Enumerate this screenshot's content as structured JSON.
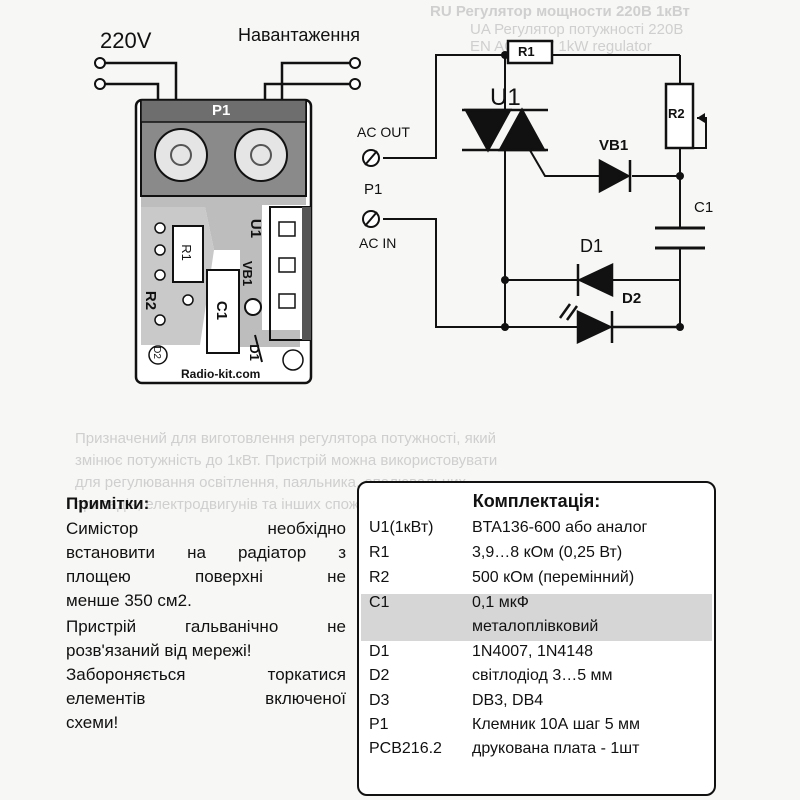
{
  "ghost_lines": [
    "RU Регулятор мощности 220В 1кВт",
    "UA Регулятор потужності 220В",
    "EN AC 220V 1kW regulator"
  ],
  "ghost_paragraph": [
    "Призначений для виготовлення регулятора потужності, який",
    "змінює потужність до 1кВт. Пристрій можна використовувати",
    "для регулювання освітлення, паяльника, опалювальних",
    "приладів, електродвигунів та інших споживачів струму."
  ],
  "wiring": {
    "mains_label": "220V",
    "load_label": "Навантаження"
  },
  "pcb": {
    "p1_label": "P1",
    "r1_label": "R1",
    "r2_label": "R2",
    "u1_label": "U1",
    "vb1_label": "VB1",
    "c1_label": "C1",
    "d1_label": "D1",
    "d2_label": "D2",
    "site": "Radio-kit.com"
  },
  "schematic": {
    "ac_out": "AC OUT",
    "ac_in": "AC IN",
    "p1": "P1",
    "r1": "R1",
    "r2": "R2",
    "u1": "U1",
    "vb1": "VB1",
    "c1": "C1",
    "d1": "D1",
    "d2": "D2"
  },
  "notes": {
    "heading": "Примітки:",
    "paragraphs": [
      [
        "Симістор необхідно",
        "встановити на радіатор з",
        "площею поверхні не",
        "менше 350 см2."
      ],
      [
        "Пристрій гальванічно не",
        "розв'язаний від мережі!"
      ],
      [
        "Забороняється торкатися",
        "елементів включеної",
        "схеми!"
      ]
    ]
  },
  "kit": {
    "title": "Комплектація:",
    "rows": [
      {
        "ref": "U1(1кВт)",
        "value": "BTA136-600 або аналог"
      },
      {
        "ref": "R1",
        "value": "3,9…8 кОм (0,25 Вт)"
      },
      {
        "ref": "R2",
        "value": "500 кОм (перемінний)"
      },
      {
        "ref": "C1",
        "value": "0,1 мкФ"
      },
      {
        "ref": "",
        "value": "металоплівковий"
      },
      {
        "ref": "D1",
        "value": "1N4007, 1N4148"
      },
      {
        "ref": "D2",
        "value": "світлодіод 3…5 мм"
      },
      {
        "ref": "D3",
        "value": "DB3, DB4"
      },
      {
        "ref": "P1",
        "value": "Клемник 10А шаг 5 мм"
      },
      {
        "ref": "PCB216.2",
        "value": "друкована плата  - 1шт"
      }
    ]
  }
}
